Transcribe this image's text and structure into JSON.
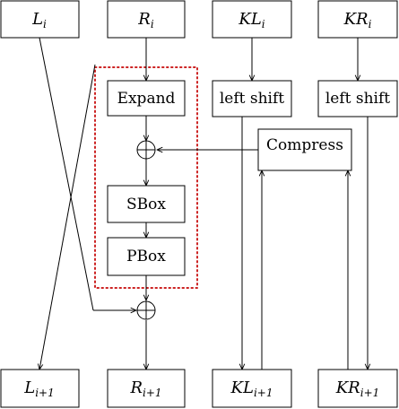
{
  "inputs": {
    "L": {
      "main": "L",
      "sub": "i"
    },
    "R": {
      "main": "R",
      "sub": "i"
    },
    "KL": {
      "main": "KL",
      "sub": "i"
    },
    "KR": {
      "main": "KR",
      "sub": "i"
    }
  },
  "outputs": {
    "L": {
      "main": "L",
      "sub": "i+1"
    },
    "R": {
      "main": "R",
      "sub": "i+1"
    },
    "KL": {
      "main": "KL",
      "sub": "i+1"
    },
    "KR": {
      "main": "KR",
      "sub": "i+1"
    }
  },
  "blocks": {
    "expand": "Expand",
    "sbox": "SBox",
    "pbox": "PBox",
    "compress": "Compress",
    "left_shift_1": "left shift",
    "left_shift_2": "left shift"
  }
}
